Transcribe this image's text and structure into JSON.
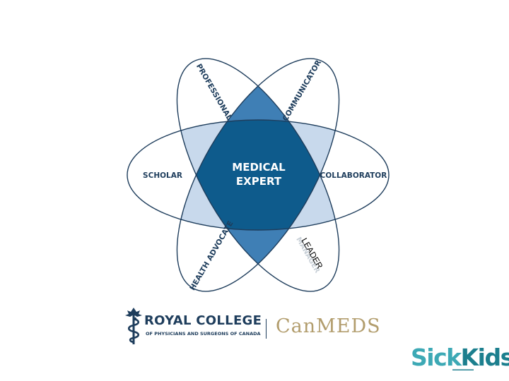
{
  "diagram": {
    "roles": {
      "professional": "PROFESSIONAL",
      "communicator": "COMMUNICATOR",
      "scholar": "SCHOLAR",
      "collaborator": "COLLABORATOR",
      "health_advocate": "HEALTH ADVOCATE",
      "manager": "MANAGER"
    },
    "center_line1": "MEDICAL",
    "center_line2": "EXPERT",
    "overlay_label": "LEADER"
  },
  "logo": {
    "royal_college": "ROYAL COLLEGE",
    "subtitle": "OF PHYSICIANS AND SURGEONS OF CANADA",
    "canmeds": "CanMEDS"
  },
  "sickkids": {
    "sick": "Sick",
    "kids": "Kids",
    "mark": "®"
  },
  "colors": {
    "outline": "#1e3d5c",
    "light_blue": "#c8d9ec",
    "mid_blue": "#3f7fb5",
    "dark_blue": "#0e5b8c",
    "gold": "#b29d6d",
    "teal": "#3da9b5"
  }
}
